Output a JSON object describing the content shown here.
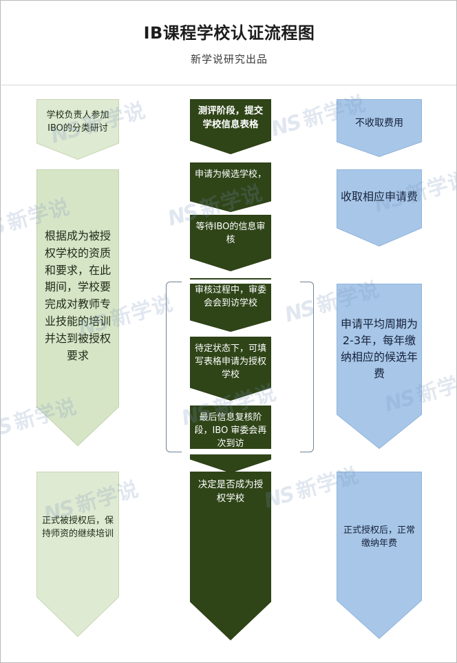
{
  "header": {
    "title": "IB课程学校认证流程图",
    "subtitle": "新学说研究出品"
  },
  "watermark": {
    "mark_latin": "NS",
    "mark_cn": "新学说"
  },
  "colors": {
    "green_light_fill": "#dfead2",
    "green_light_stroke": "#c7d6b4",
    "green_dark_fill": "#2f4518",
    "blue_fill": "#a8c7e8",
    "blue_stroke": "#8fb3da",
    "title_text": "#1c1c1c",
    "page_border": "#b9b9b9"
  },
  "columns": [
    {
      "id": "school-track",
      "nodes": [
        {
          "id": "left-1",
          "text": "学校负责人参加IBO的分类研讨",
          "style": "green-light",
          "bold": false
        },
        {
          "id": "left-2",
          "text": "根据成为被授权学校的资质和要求，在此期间，学校要完成对教师专业技能的培训并达到被授权要求",
          "style": "green-light",
          "bold": false
        },
        {
          "id": "left-3",
          "text": "正式被授权后，保持师资的继续培训",
          "style": "green-light",
          "bold": false
        }
      ]
    },
    {
      "id": "ibo-process-track",
      "nodes": [
        {
          "id": "mid-1",
          "text": "测评阶段，提交学校信息表格",
          "style": "green-dark",
          "bold": true
        },
        {
          "id": "mid-2",
          "text": "申请为候选学校，",
          "style": "green-dark",
          "bold": false
        },
        {
          "id": "mid-3",
          "text": "等待IBO的信息审核",
          "style": "green-dark",
          "bold": false
        },
        {
          "id": "mid-4",
          "text": "审核过程中，审委会会到访学校",
          "style": "green-dark",
          "bold": false
        },
        {
          "id": "mid-5",
          "text": "待定状态下，可填写表格申请为授权学校",
          "style": "green-dark",
          "bold": false
        },
        {
          "id": "mid-6",
          "text": "最后信息复核阶段，IBO 审委会再次到访",
          "style": "green-dark",
          "bold": false
        },
        {
          "id": "mid-7",
          "text": "决定是否成为授权学校",
          "style": "green-dark",
          "bold": false
        }
      ]
    },
    {
      "id": "fee-track",
      "nodes": [
        {
          "id": "right-1",
          "text": "不收取费用",
          "style": "blue",
          "bold": false
        },
        {
          "id": "right-2",
          "text": "收取相应申请费",
          "style": "blue",
          "bold": false
        },
        {
          "id": "right-3",
          "text": "申请平均周期为2-3年，每年缴纳相应的候选年费",
          "style": "blue",
          "bold": false
        },
        {
          "id": "right-4",
          "text": "正式授权后，正常缴纳年费",
          "style": "blue",
          "bold": false
        }
      ]
    }
  ]
}
